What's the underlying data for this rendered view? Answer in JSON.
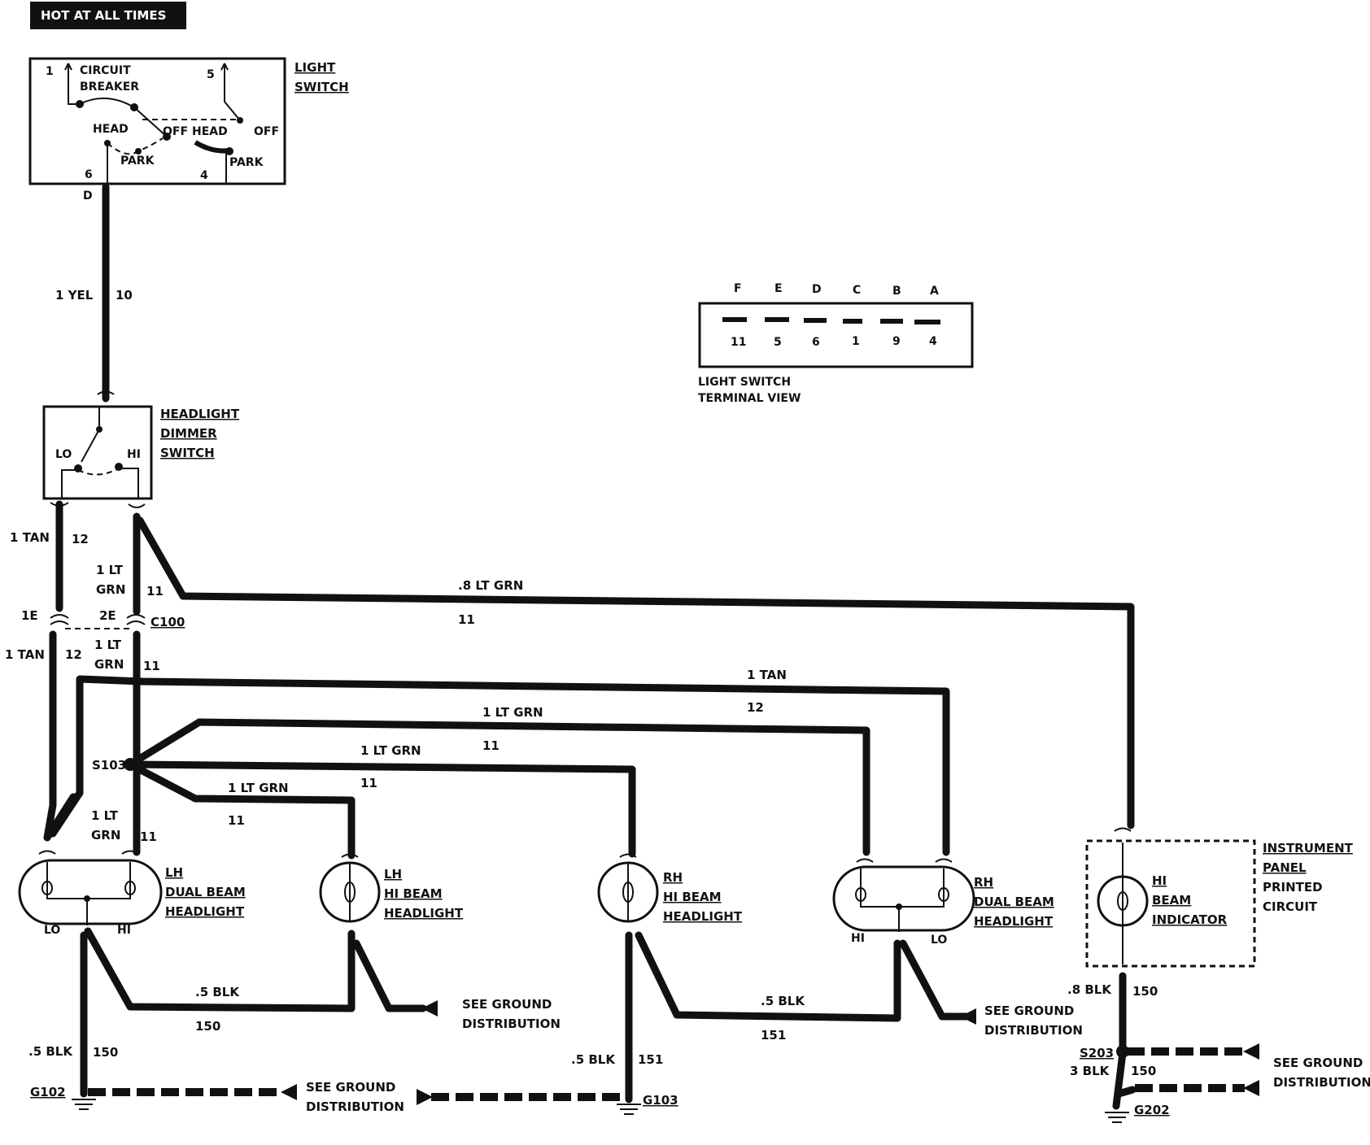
{
  "header": {
    "hot": "HOT AT ALL TIMES"
  },
  "light_switch": {
    "title": [
      "LIGHT",
      "SWITCH"
    ],
    "pins": {
      "p1": "1",
      "p5": "5",
      "p6": "6",
      "p4": "4",
      "out": "D"
    },
    "labels": {
      "cb1": "CIRCUIT",
      "cb2": "BREAKER",
      "head1": "HEAD",
      "off1": "OFF",
      "head2": "HEAD",
      "off2": "OFF",
      "park1": "PARK",
      "park2": "PARK"
    }
  },
  "terminal_view": {
    "letters": [
      "F",
      "E",
      "D",
      "C",
      "B",
      "A"
    ],
    "numbers": [
      "11",
      "5",
      "6",
      "1",
      "9",
      "4"
    ],
    "caption": [
      "LIGHT SWITCH",
      "TERMINAL VIEW"
    ]
  },
  "dimmer": {
    "title": [
      "HEADLIGHT",
      "DIMMER",
      "SWITCH"
    ],
    "lo": "LO",
    "hi": "HI"
  },
  "wires": {
    "w_yel": "1 YEL",
    "w_yel_n": "10",
    "w_tan_top": "1 TAN",
    "w_tan_top_n": "12",
    "w_ltgrn_top": [
      "1 LT",
      "GRN"
    ],
    "w_ltgrn_top_n": "11",
    "w_8ltgrn": ".8 LT GRN",
    "w_8ltgrn_n": "11",
    "c1e": "1E",
    "c2e": "2E",
    "c100": "C100",
    "w_tan_mid": "1 TAN",
    "w_tan_mid_n": "12",
    "w_ltgrn_mid": [
      "1 LT",
      "GRN"
    ],
    "w_ltgrn_mid_n": "11",
    "w_tan_long": "1 TAN",
    "w_tan_long_n": "12",
    "w_ltgrn_a": "1 LT GRN",
    "w_ltgrn_a_n": "11",
    "w_ltgrn_b": "1 LT GRN",
    "w_ltgrn_b_n": "11",
    "w_ltgrn_c": "1 LT GRN",
    "w_ltgrn_c_n": "11",
    "s103": "S103",
    "w_ltgrn_low": [
      "1 LT",
      "GRN"
    ],
    "w_ltgrn_low_n": "11",
    "w_blk_l": ".5 BLK",
    "w_blk_l_n": "150",
    "w_blk_r": ".5 BLK",
    "w_blk_r_n": "151",
    "w_blk_g102": ".5 BLK",
    "w_blk_g102_n": "150",
    "w_blk_g103": ".5 BLK",
    "w_blk_g103_n": "151",
    "w_blk_ip": ".8 BLK",
    "w_blk_ip_n": "150",
    "w_3blk": "3 BLK",
    "w_3blk_n": "150"
  },
  "grounds": {
    "g102": "G102",
    "g103": "G103",
    "g202": "G202",
    "s203": "S203"
  },
  "lamps": {
    "lh_dual": [
      "LH",
      "DUAL BEAM",
      "HEADLIGHT"
    ],
    "lh_dual_lo": "LO",
    "lh_dual_hi": "HI",
    "lh_hi": [
      "LH",
      "HI BEAM",
      "HEADLIGHT"
    ],
    "rh_hi": [
      "RH",
      "HI BEAM",
      "HEADLIGHT"
    ],
    "rh_dual": [
      "RH",
      "DUAL BEAM",
      "HEADLIGHT"
    ],
    "rh_dual_hi": "HI",
    "rh_dual_lo": "LO",
    "indicator": [
      "HI",
      "BEAM",
      "INDICATOR"
    ]
  },
  "instrument_panel": [
    "INSTRUMENT",
    "PANEL",
    "PRINTED",
    "CIRCUIT"
  ],
  "see_ground": {
    "a": [
      "SEE GROUND",
      "DISTRIBUTION"
    ],
    "b": [
      "SEE GROUND",
      "DISTRIBUTION"
    ],
    "c": [
      "SEE GROUND",
      "DISTRIBUTION"
    ],
    "d": [
      "SEE GROUND",
      "DISTRIBUTION"
    ]
  }
}
